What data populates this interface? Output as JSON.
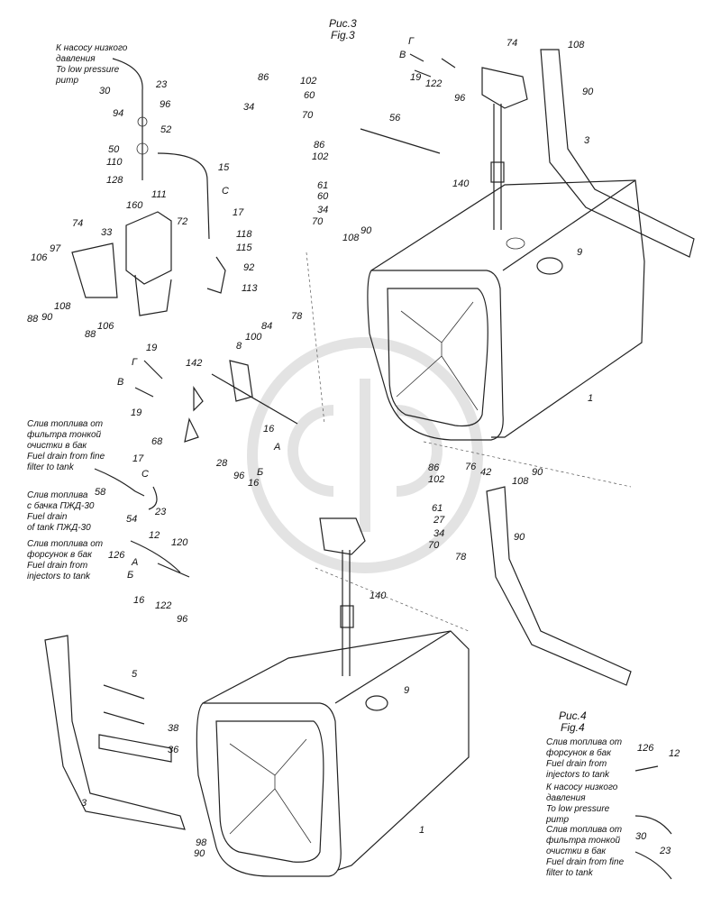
{
  "figures": {
    "fig3": {
      "ru": "Рис.3",
      "en": "Fig.3"
    },
    "fig4": {
      "ru": "Рис.4",
      "en": "Fig.4"
    }
  },
  "captions": {
    "low_pressure_top": [
      "К насосу низкого",
      "давления",
      "To low pressure",
      "pump"
    ],
    "fine_filter_drain": [
      "Слив топлива от",
      "фильтра тонкой",
      "очистки в бак",
      "Fuel drain from fine",
      "filter to tank"
    ],
    "pzhd_drain": [
      "Слив топлива",
      "с бачка ПЖД-30",
      "Fuel drain",
      "of tank ПЖД-30"
    ],
    "injectors_drain": [
      "Слив топлива от",
      "форсунок в бак",
      "Fuel drain from",
      "injectors to tank"
    ],
    "fig4_injectors": [
      "Слив топлива от",
      "форсунок в бак",
      "Fuel drain from",
      "injectors to tank"
    ],
    "fig4_low_pressure": [
      "К насосу низкого",
      "давления",
      "To low pressure",
      "pump"
    ],
    "fig4_fine_filter": [
      "Слив топлива от",
      "фильтра тонкой",
      "очистки в бак",
      "Fuel drain from fine",
      "filter to tank"
    ]
  },
  "callouts": [
    "30",
    "23",
    "94",
    "96",
    "52",
    "50",
    "110",
    "128",
    "15",
    "111",
    "160",
    "72",
    "17",
    "118",
    "115",
    "92",
    "113",
    "74",
    "33",
    "97",
    "106",
    "108",
    "90",
    "88",
    "106",
    "88",
    "86",
    "102",
    "60",
    "34",
    "70",
    "56",
    "86",
    "102",
    "61",
    "60",
    "34",
    "70",
    "Г",
    "В",
    "19",
    "122",
    "96",
    "74",
    "108",
    "90",
    "3",
    "140",
    "9",
    "1",
    "108",
    "90",
    "78",
    "8",
    "100",
    "84",
    "142",
    "Г",
    "19",
    "В",
    "19",
    "16",
    "А",
    "Б",
    "16",
    "68",
    "17",
    "С",
    "28",
    "96",
    "58",
    "23",
    "54",
    "126",
    "12",
    "120",
    "А",
    "Б",
    "16",
    "122",
    "96",
    "86",
    "102",
    "76",
    "42",
    "108",
    "90",
    "61",
    "27",
    "34",
    "70",
    "78",
    "90",
    "140",
    "5",
    "38",
    "36",
    "3",
    "9",
    "1",
    "98",
    "90",
    "126",
    "12",
    "30",
    "23",
    "С"
  ]
}
